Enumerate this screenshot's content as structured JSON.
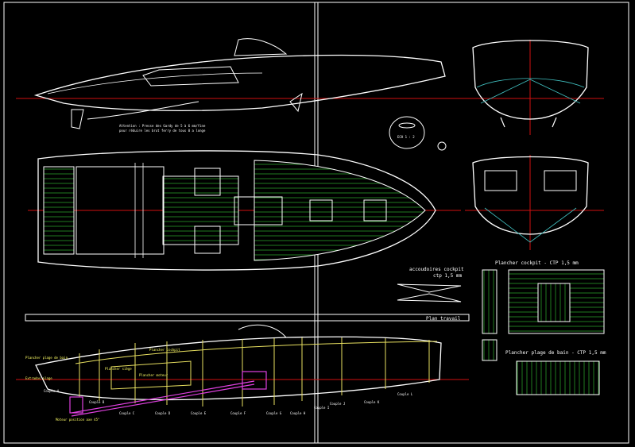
{
  "labels": {
    "coudoirs": "accoudoires cockpit",
    "coudoirs_ctp": "ctp 1,5 mm",
    "plancher_cockpit": "Plancher cockpit - CTP 1,5 mm",
    "plan_travail": "Plan travail",
    "plancher_plage": "Plancher plage de bain - CTP 1,5 mm",
    "note_line1": "Attention : Presse des Gardy de 5 à 6 mm/fine",
    "note_line2": "pour réduire les brut ferry de tous 0 a longe",
    "detail_scale": "ECH 1 : 2",
    "plancher_plage_left": "Plancher plage de bain",
    "extrados": "Extrados plage",
    "plancher_siege": "Plancher siège",
    "plancher_moteur": "Plancher moteur",
    "plancher_cockpit_yellow": "Plancher cockpit",
    "moteur_pos": "Moteur position axe 45°",
    "couple_a": "Couple A",
    "couple_b": "Couple B",
    "couple_c": "Couple C",
    "couple_d": "Couple D",
    "couple_e": "Couple E",
    "couple_f": "Couple F",
    "couple_g": "Couple G",
    "couple_h": "Couple H",
    "couple_i": "Couple I",
    "couple_j": "Couple J",
    "couple_k": "Couple K",
    "couple_l": "Couple L"
  },
  "colors": {
    "background": "#000000",
    "outline": "#ffffff",
    "deck_green": "#1f7a1f",
    "axis_red": "#d01010",
    "frame_yellow": "#e8e060",
    "motor_magenta": "#e040e0",
    "cyan": "#40c0c0"
  }
}
